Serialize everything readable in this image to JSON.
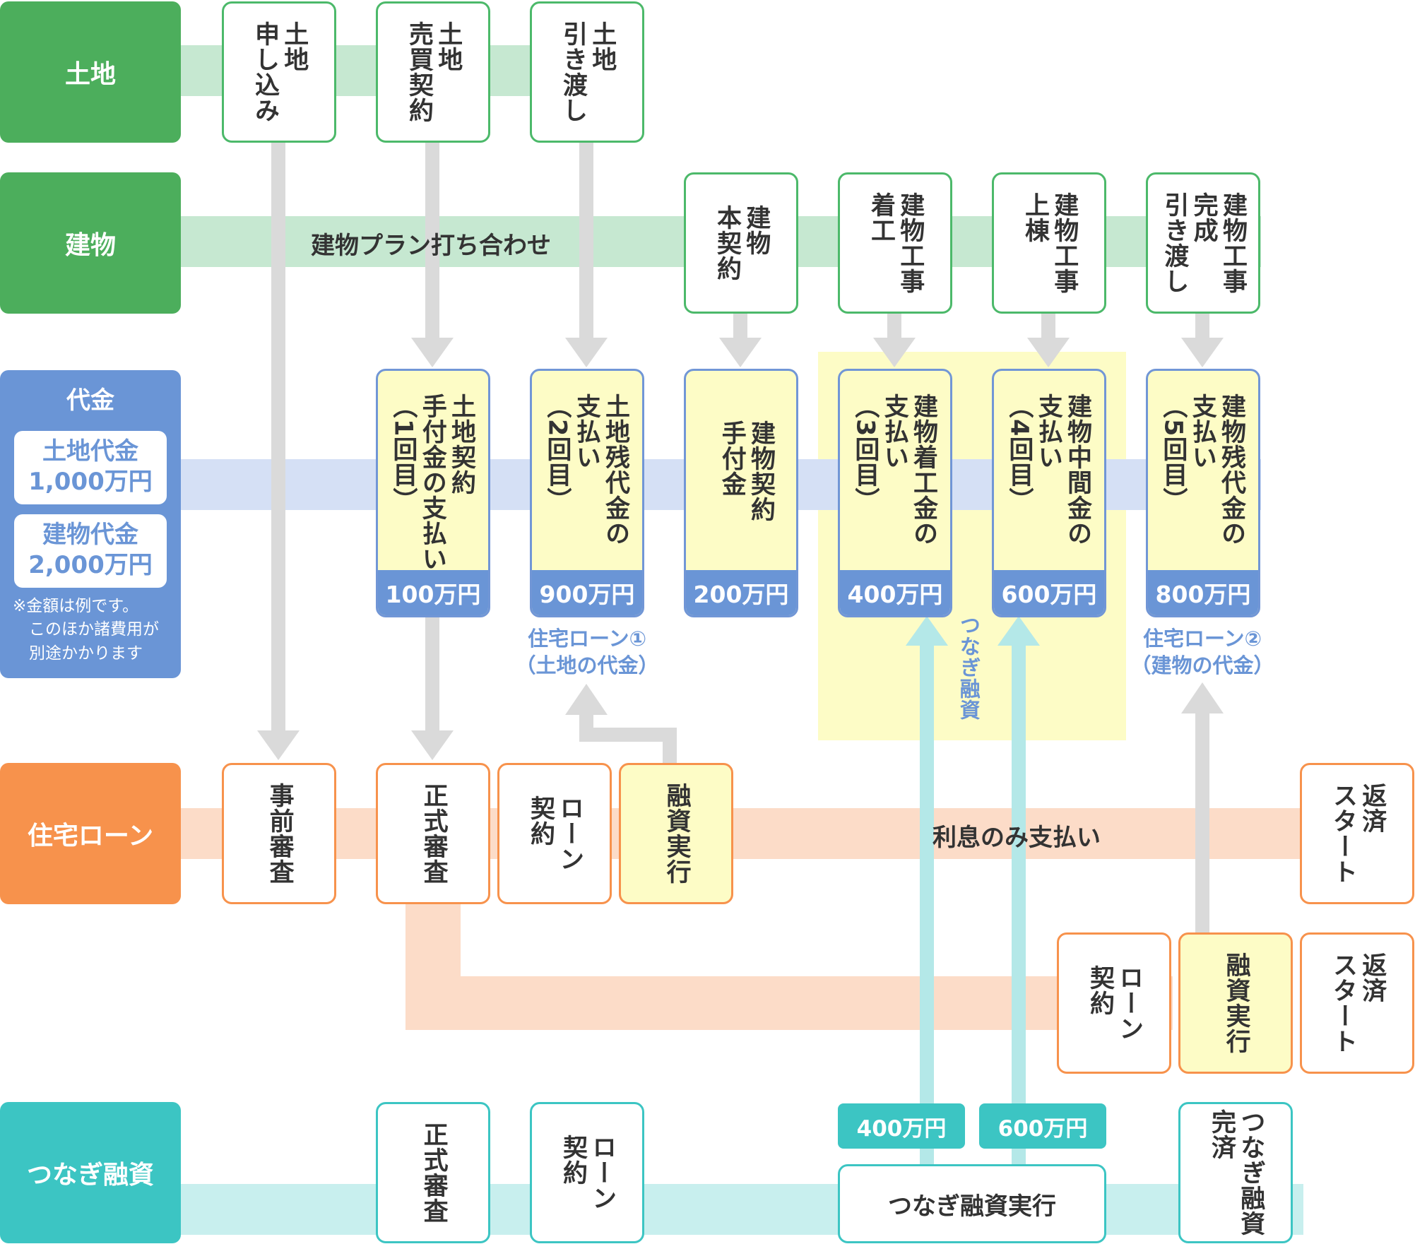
{
  "colors": {
    "land": "#4cae5c",
    "building": "#4cae5c",
    "payment": "#6a95d6",
    "loan": "#f7924c",
    "bridge": "#3cc5c3",
    "highlight": "#fdfcc6"
  },
  "categories": {
    "land": "土地",
    "building": "建物",
    "payment": "代金",
    "loan": "住宅ローン",
    "bridge": "つなぎ融資"
  },
  "payment_panel": {
    "land_price": "土地代金\n1,000万円",
    "building_price": "建物代金\n2,000万円",
    "note": "※金額は例です。\n　このほか諸費用が\n　別途かかります"
  },
  "land_steps": [
    "土地\n申し込み",
    "土地\n売買契約",
    "土地\n引き渡し"
  ],
  "building": {
    "plan_label": "建物プラン打ち合わせ",
    "steps": [
      "建物\n本契約",
      "建物工事\n着工",
      "建物工事\n上棟",
      "建物工事\n完成\n引き渡し"
    ]
  },
  "payments": [
    {
      "label": "土地契約\n手付金の支払い\n（1回目）",
      "amount": "100万円"
    },
    {
      "label": "土地残代金の\n支払い\n（2回目）",
      "amount": "900万円"
    },
    {
      "label": "建物契約\n手付金",
      "amount": "200万円"
    },
    {
      "label": "建物着工金の\n支払い\n（3回目）",
      "amount": "400万円"
    },
    {
      "label": "建物中間金の\n支払い\n（4回目）",
      "amount": "600万円"
    },
    {
      "label": "建物残代金の\n支払い\n（5回目）",
      "amount": "800万円"
    }
  ],
  "loan_labels": {
    "loan1": "住宅ローン①\n（土地の代金）",
    "loan2": "住宅ローン②\n（建物の代金）",
    "bridge_vertical": "つなぎ融資"
  },
  "loan_row1": {
    "pre_review": "事前審査",
    "formal_review": "正式審査",
    "contract": "ローン\n契約",
    "disbursement": "融資実行",
    "interest_label": "利息のみ支払い",
    "repay_start": "返済\nスタート"
  },
  "loan_row2": {
    "contract": "ローン\n契約",
    "disbursement": "融資実行",
    "repay_start": "返済\nスタート"
  },
  "bridge_row": {
    "formal_review": "正式審査",
    "contract": "ローン\n契約",
    "amount_a": "400万円",
    "amount_b": "600万円",
    "execution": "つなぎ融資実行",
    "completion": "つなぎ融資\n完済"
  }
}
